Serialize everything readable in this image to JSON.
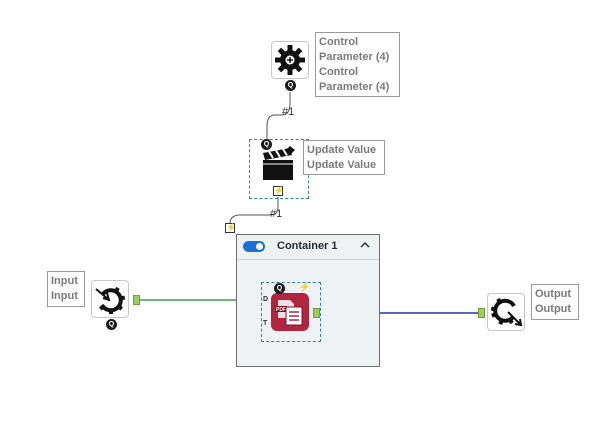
{
  "canvas": {
    "connections": {
      "control_to_update_label": "#1",
      "update_to_container_label": "#1"
    }
  },
  "tools": {
    "control_parameter": {
      "label_line1": "Control",
      "label_line2": "Parameter (4)",
      "label_line3": "Control",
      "label_line4": "Parameter (4)",
      "icon": "gear-icon",
      "badge": "Q"
    },
    "update_value": {
      "label_line1": "Update Value",
      "label_line2": "Update Value",
      "icon": "clapperboard-icon",
      "badge": "Q",
      "bolt": "⚡"
    },
    "input": {
      "label_line1": "Input",
      "label_line2": "Input",
      "icon": "macro-input-icon",
      "badge": "Q"
    },
    "output": {
      "label_line1": "Output",
      "label_line2": "Output",
      "icon": "macro-output-icon"
    },
    "pdf_tool": {
      "icon": "pdf-document-icon",
      "badge": "Q",
      "bolt": "⚡",
      "port_d": "D",
      "port_t": "T"
    }
  },
  "container": {
    "title": "Container 1",
    "toggle_state": "on",
    "collapse_symbol": "^"
  },
  "colors": {
    "green_connection": "#3aa04a",
    "blue_connection": "#2233bb",
    "selection_border": "#2e7fc1",
    "toggle_blue": "#1d6fd6",
    "pdf_tool_red": "#b0253f"
  }
}
